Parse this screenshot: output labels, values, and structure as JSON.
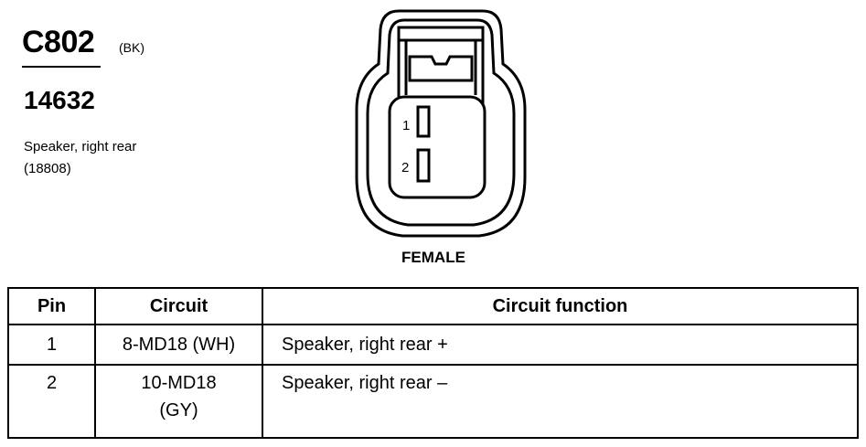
{
  "connector": {
    "id": "C802",
    "color": "(BK)",
    "part_number": "14632",
    "description": "Speaker, right rear",
    "ref": "(18808)",
    "gender": "FEMALE",
    "cavities": [
      "1",
      "2"
    ]
  },
  "table": {
    "headers": [
      "Pin",
      "Circuit",
      "Circuit function"
    ],
    "rows": [
      {
        "pin": "1",
        "circuit": "8-MD18 (WH)",
        "circuit_line2": "",
        "function": "Speaker, right rear  +"
      },
      {
        "pin": "2",
        "circuit": "10-MD18",
        "circuit_line2": "(GY)",
        "function": "Speaker, right rear  –"
      }
    ]
  }
}
